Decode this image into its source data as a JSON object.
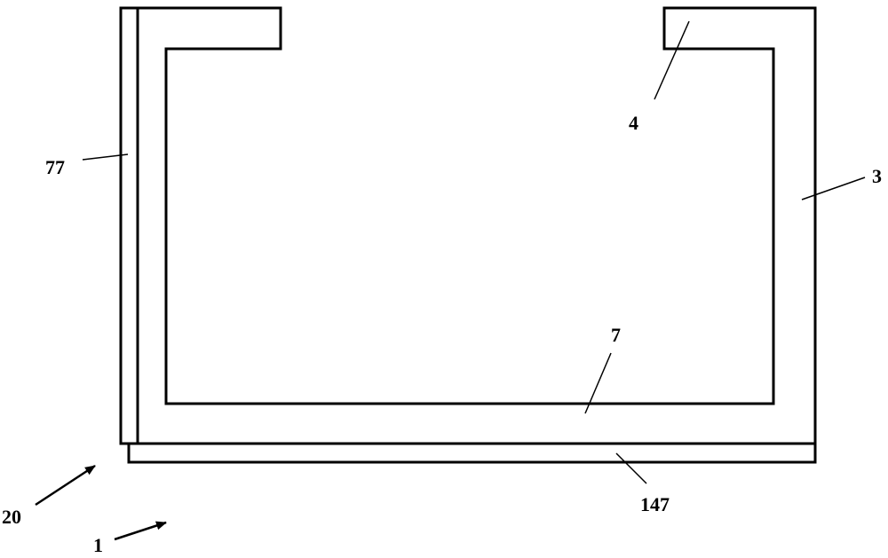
{
  "labels": {
    "l77": "77",
    "l4": "4",
    "l3": "3",
    "l7": "7",
    "l147": "147",
    "l20": "20",
    "l1": "1"
  }
}
